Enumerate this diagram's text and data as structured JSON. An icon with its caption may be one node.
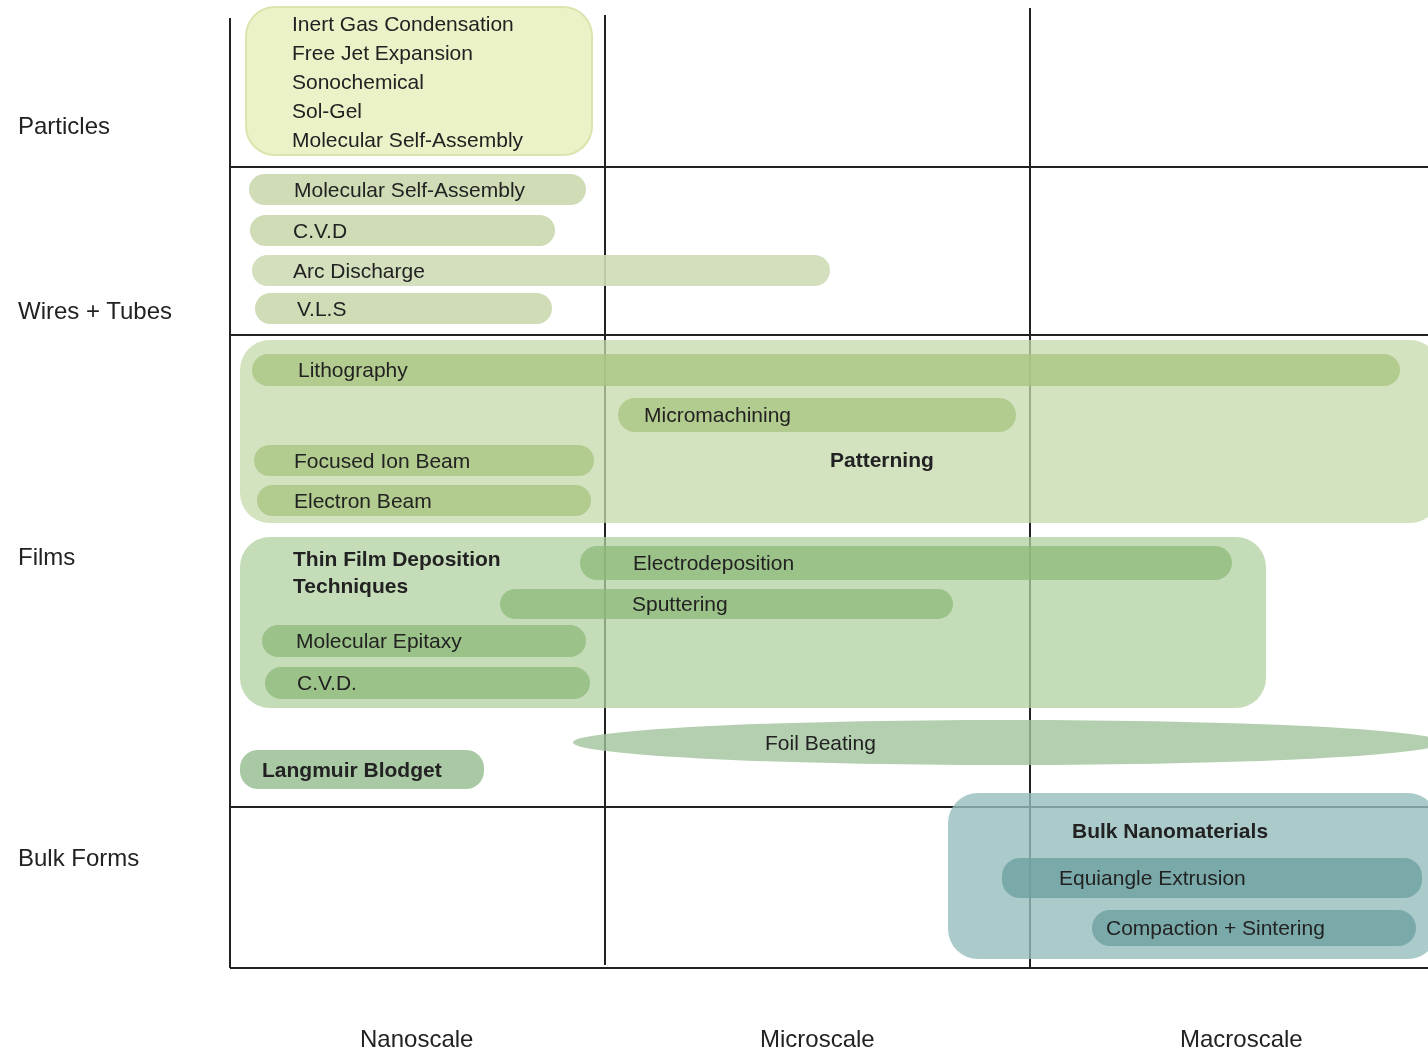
{
  "diagram": {
    "nodes": [
      {
        "text": [
          "Inert Gas Condensation",
          "Free Jet Expansion",
          "Sonochemical",
          "Sol-Gel",
          "Molecular Self-Assembly"
        ]
      },
      {
        "text": [
          "Molecular Self-Assembly"
        ]
      },
      {
        "text": [
          "C.V.D"
        ]
      },
      {
        "text": [
          "Arc Discharge"
        ]
      },
      {
        "text": [
          "V.L.S"
        ]
      },
      {
        "text": [
          "Patterning"
        ]
      },
      {
        "text": [
          "Lithography"
        ],
        "in": 5
      },
      {
        "text": [
          "Micromachining"
        ],
        "in": 5
      },
      {
        "text": [
          "Focused Ion Beam"
        ],
        "in": 5
      },
      {
        "text": [
          "Electron Beam"
        ],
        "in": 5
      },
      {
        "text": [
          "Thin Film Deposition Techniques"
        ]
      },
      {
        "text": [
          "Electrodeposition"
        ],
        "in": 10
      },
      {
        "text": [
          "Sputtering"
        ],
        "in": 10
      },
      {
        "text": [
          "Molecular Epitaxy"
        ],
        "in": 10
      },
      {
        "text": [
          "C.V.D."
        ],
        "in": 10
      },
      {
        "text": [
          "Foil Beating"
        ]
      },
      {
        "text": [
          "Langmuir Blodget"
        ]
      },
      {
        "text": [
          "Bulk Nanomaterials"
        ]
      },
      {
        "text": [
          "Equiangle Extrusion"
        ],
        "in": 17
      },
      {
        "text": [
          "Compaction + Sintering"
        ],
        "in": 17
      }
    ],
    "labels": [
      "Particles",
      "Wires + Tubes",
      "Films",
      "Bulk Forms",
      "Nanoscale",
      "Microscale",
      "Macroscale"
    ]
  }
}
